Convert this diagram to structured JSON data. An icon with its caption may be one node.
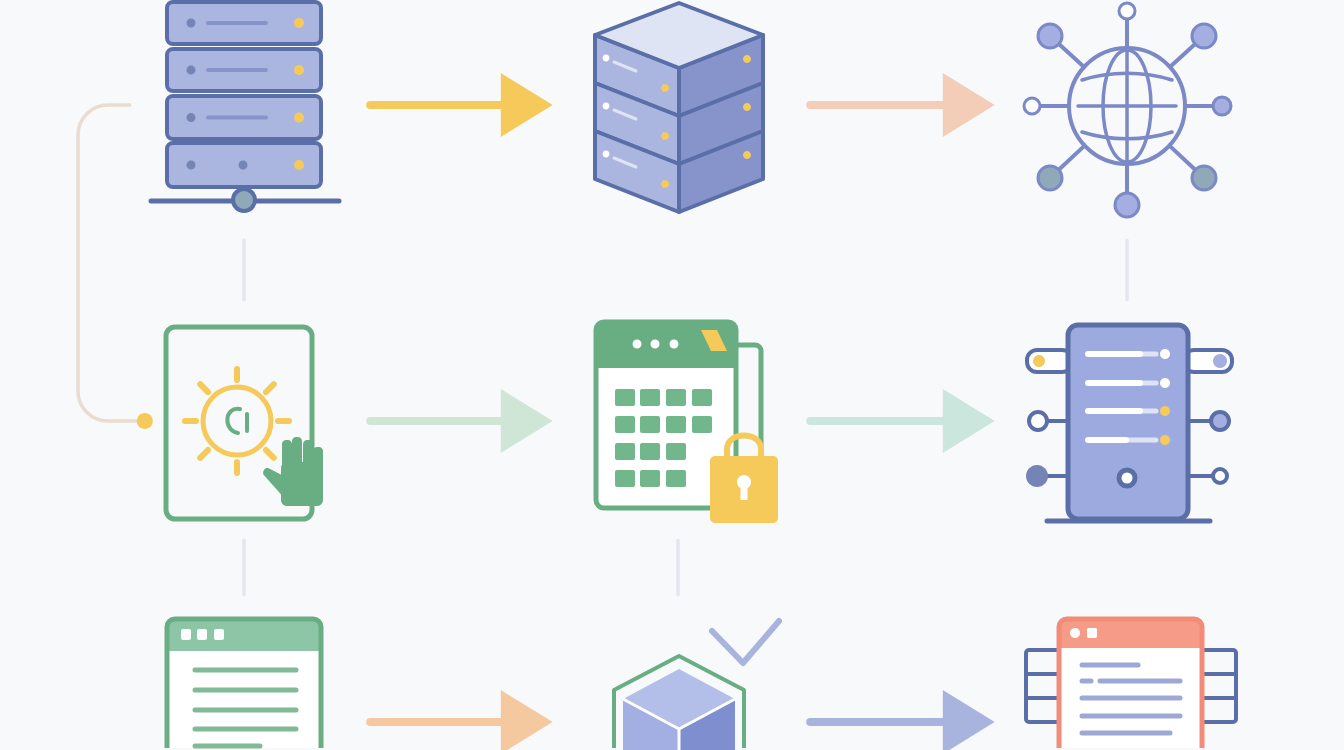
{
  "diagram": {
    "nodes": [
      {
        "text": [],
        "shape": "picture"
      },
      {
        "text": [],
        "shape": "picture"
      },
      {
        "text": [],
        "shape": "picture"
      },
      {
        "text": [],
        "shape": "picture"
      },
      {
        "text": [],
        "shape": "picture"
      },
      {
        "text": [],
        "shape": "picture"
      },
      {
        "text": [],
        "shape": "picture"
      },
      {
        "text": [],
        "shape": "picture"
      },
      {
        "text": [],
        "shape": "picture"
      }
    ],
    "edges": [
      {
        "from": 0,
        "to": 1,
        "arrow": "to",
        "color": "#f5c95a"
      },
      {
        "from": 1,
        "to": 2,
        "arrow": "to",
        "color": "#f4cdb8"
      },
      {
        "from": 3,
        "to": 4,
        "arrow": "to",
        "color": "#cfe6d6"
      },
      {
        "from": 4,
        "to": 5,
        "arrow": "to",
        "color": "#cbe6dc"
      },
      {
        "from": 6,
        "to": 7,
        "arrow": "to",
        "color": "#f5c9a0"
      },
      {
        "from": 7,
        "to": 8,
        "arrow": "to",
        "color": "#a9b4de"
      },
      {
        "from": 0,
        "to": 3,
        "arrow": "other",
        "color": "#eadccf"
      },
      {
        "from": 0,
        "to": 3,
        "arrow": "none",
        "color": "#e4e6f0"
      },
      {
        "from": 2,
        "to": 5,
        "arrow": "none",
        "color": "#e4e6f0"
      },
      {
        "from": 3,
        "to": 6,
        "arrow": "none",
        "color": "#e4e6f0"
      },
      {
        "from": 4,
        "to": 7,
        "arrow": "none",
        "color": "#e4e6f0"
      }
    ]
  }
}
